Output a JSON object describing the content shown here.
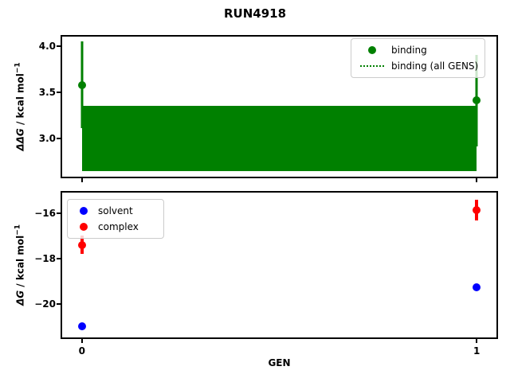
{
  "title": "RUN4918",
  "chart_data": [
    {
      "type": "scatter",
      "subplot": "top",
      "ylabel": {
        "math": "ΔΔG",
        "unit": " / kcal mol",
        "sup": "−1"
      },
      "xlim": [
        -0.05,
        1.05
      ],
      "ylim": [
        2.59,
        4.1
      ],
      "grid": false,
      "yticks": {
        "values": [
          4.0,
          3.5,
          3.0
        ],
        "labels": [
          "4.0",
          "3.5",
          "3.0"
        ]
      },
      "xticks": {
        "values": [
          0,
          1
        ],
        "labels": []
      },
      "series": [
        {
          "name": "binding",
          "color": "#008000",
          "marker": "circle",
          "linewidth": 3,
          "points": [
            {
              "x": 0,
              "y": 3.58,
              "yerr": 0.47
            },
            {
              "x": 1,
              "y": 3.41,
              "yerr": 0.49
            }
          ]
        }
      ],
      "band": {
        "name": "binding (all GENS)",
        "color": "#008000",
        "x": [
          0,
          1
        ],
        "y": [
          2.65,
          3.35
        ]
      },
      "legend": {
        "loc": "upper right",
        "entries": [
          {
            "label": "binding",
            "marker": "dot",
            "color": "#008000"
          },
          {
            "label": "binding (all GENS)",
            "marker": "dotted-line",
            "color": "#008000"
          }
        ]
      }
    },
    {
      "type": "scatter",
      "subplot": "bottom",
      "xlabel": "GEN",
      "ylabel": {
        "math": "ΔG",
        "unit": " / kcal mol",
        "sup": "−1"
      },
      "xlim": [
        -0.05,
        1.05
      ],
      "ylim": [
        -21.47,
        -15.09
      ],
      "grid": false,
      "yticks": {
        "values": [
          -16,
          -18,
          -20
        ],
        "labels": [
          "−16",
          "−18",
          "−20"
        ]
      },
      "xticks": {
        "values": [
          0,
          1
        ],
        "labels": [
          "0",
          "1"
        ]
      },
      "series": [
        {
          "name": "solvent",
          "color": "#0000ff",
          "marker": "circle",
          "linewidth": 3,
          "points": [
            {
              "x": 0,
              "y": -20.97
            },
            {
              "x": 1,
              "y": -19.27
            }
          ]
        },
        {
          "name": "complex",
          "color": "#ff0000",
          "marker": "circle",
          "linewidth": 4,
          "points": [
            {
              "x": 0,
              "y": -17.4,
              "yerr": 0.4
            },
            {
              "x": 1,
              "y": -15.85,
              "yerr": 0.45
            }
          ]
        }
      ],
      "legend": {
        "loc": "upper left",
        "entries": [
          {
            "label": "solvent",
            "marker": "dot",
            "color": "#0000ff"
          },
          {
            "label": "complex",
            "marker": "dot",
            "color": "#ff0000"
          }
        ]
      }
    }
  ]
}
